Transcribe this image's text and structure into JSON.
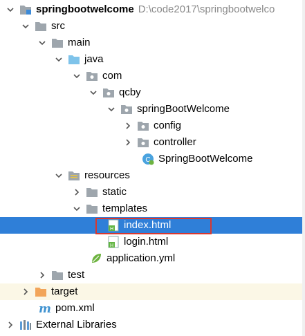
{
  "tree": {
    "project": {
      "name": "springbootwelcome",
      "path": "D:\\code2017\\springbootwelco"
    },
    "src": "src",
    "main": "main",
    "java": "java",
    "com": "com",
    "qcby": "qcby",
    "pkg": "springBootWelcome",
    "config": "config",
    "controller": "controller",
    "main_class": "SpringBootWelcome",
    "resources": "resources",
    "static": "static",
    "templates": "templates",
    "index": "index.html",
    "login": "login.html",
    "app_yml": "application.yml",
    "test": "test",
    "target": "target",
    "pom": "pom.xml",
    "ext_libs": "External Libraries"
  },
  "colors": {
    "selection": "#2f7fd8",
    "highlight_border": "#d9382f",
    "folder_gray": "#9ea6ad",
    "folder_blue": "#7ec3ea",
    "folder_orange": "#f2a55a",
    "html_green": "#62b543"
  }
}
